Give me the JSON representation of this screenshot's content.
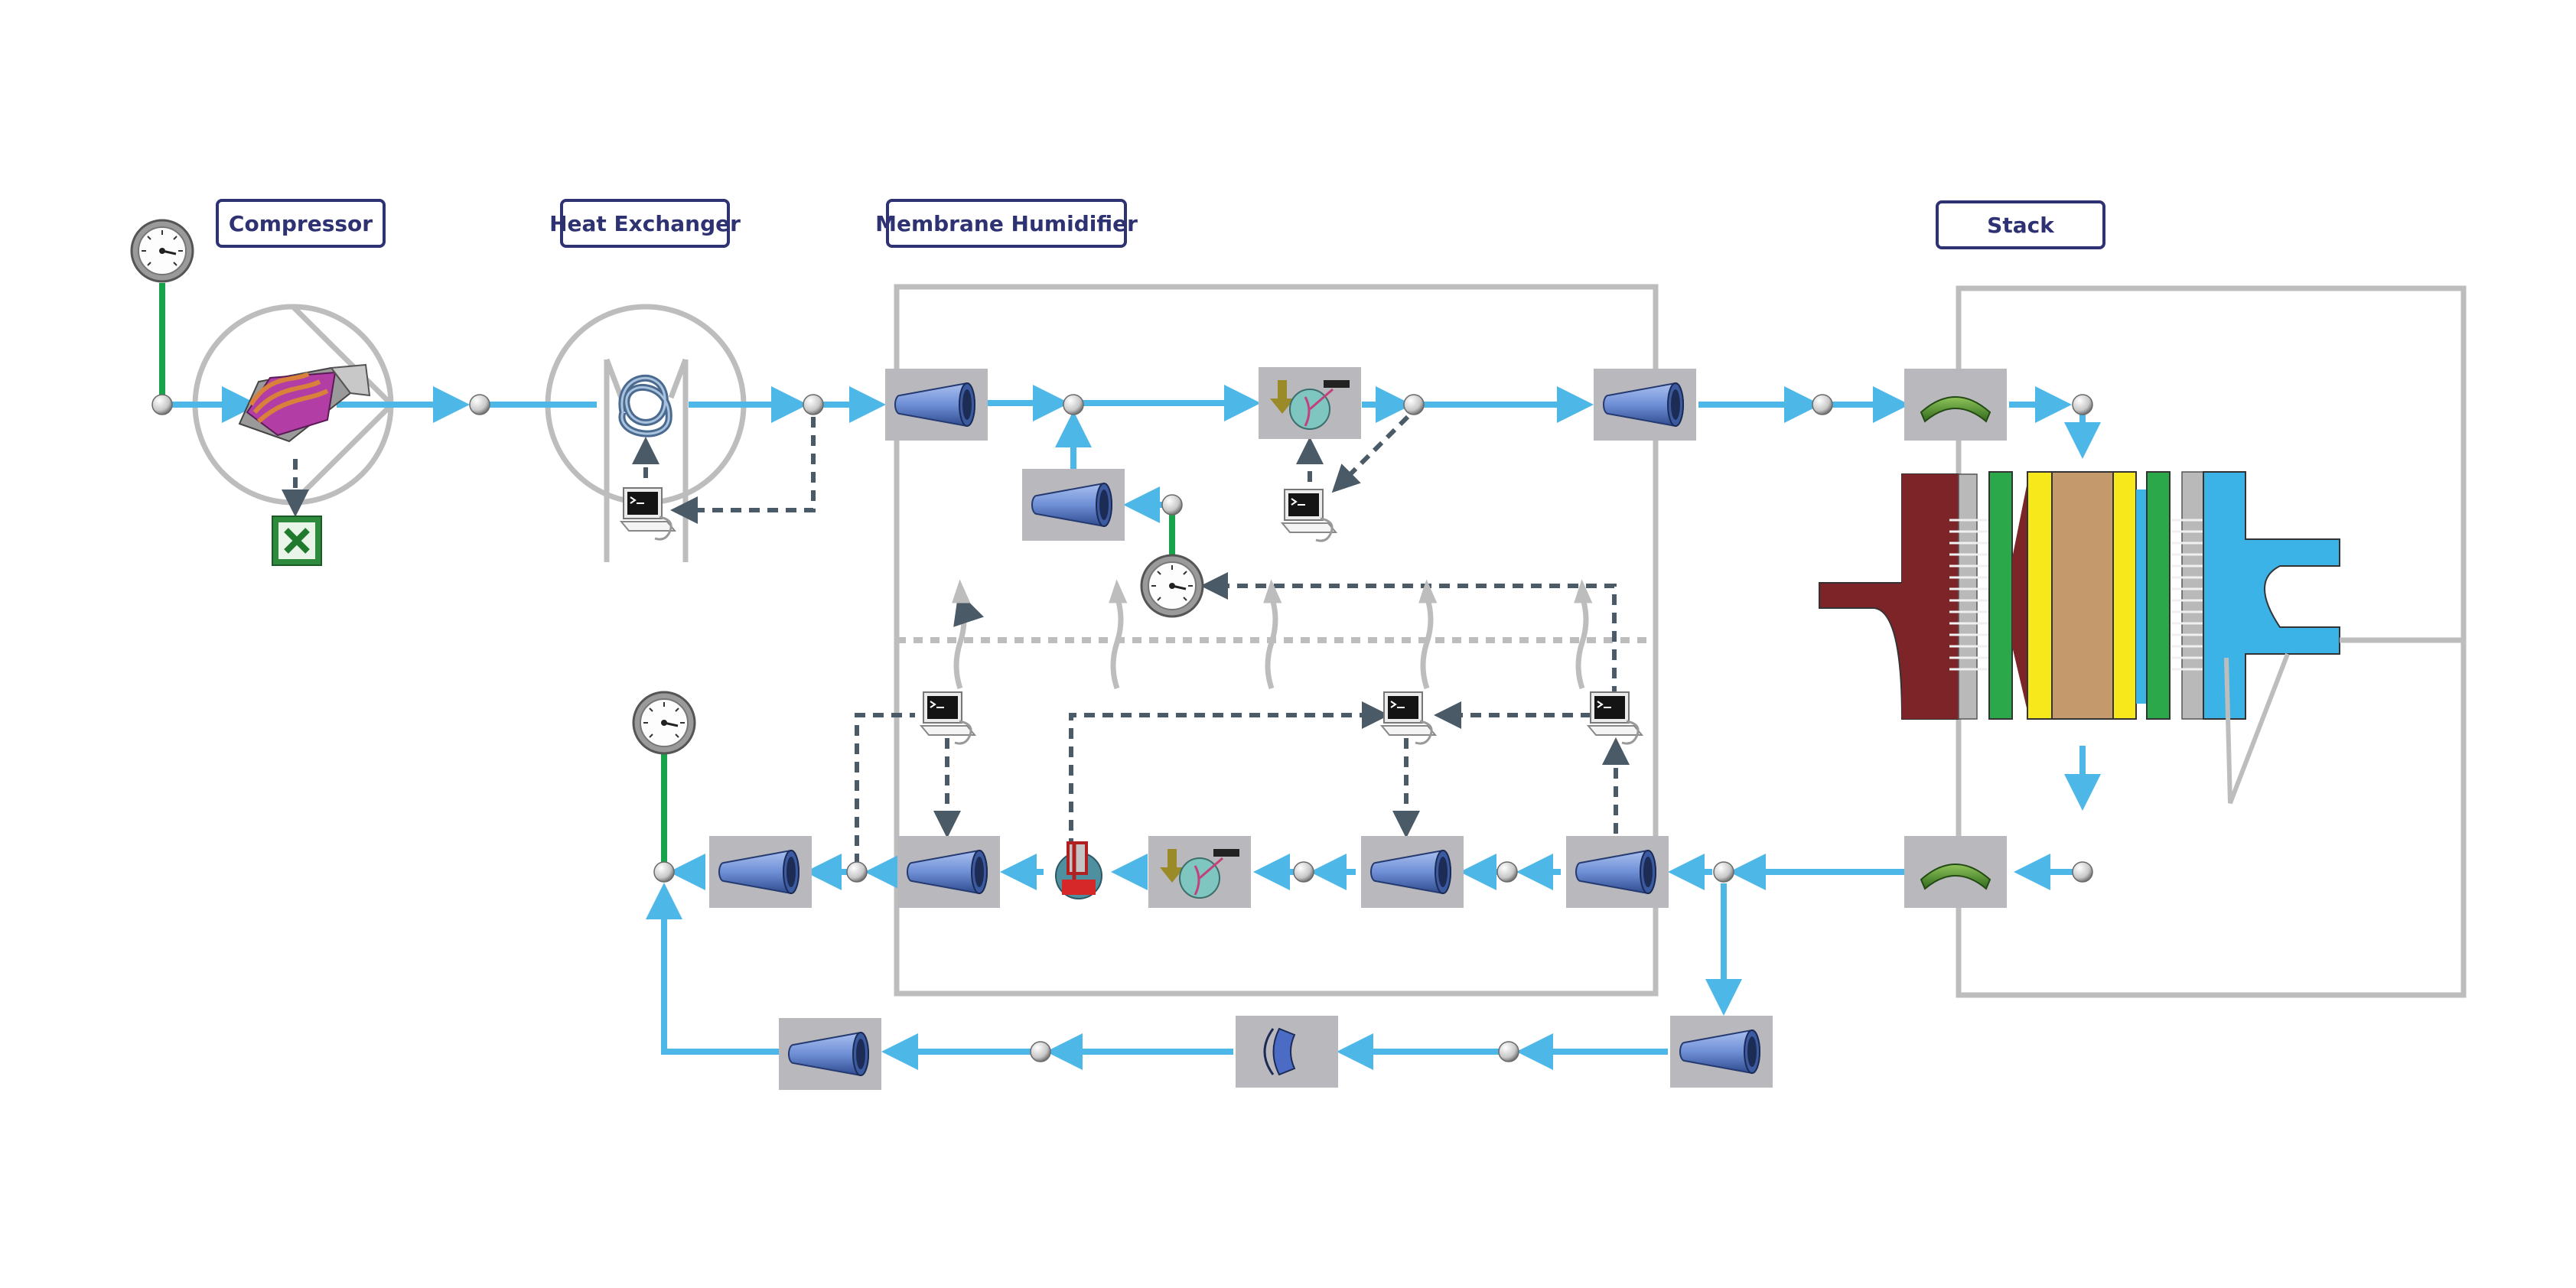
{
  "labels": {
    "compressor": "Compressor",
    "heat_exchanger": "Heat Exchanger",
    "membrane_humidifier": "Membrane Humidifier",
    "stack": "Stack"
  },
  "colors": {
    "flow_line": "#4db8e8",
    "signal_line": "#4a5a66",
    "sensor_line": "#16a34a",
    "frame": "#bdbdbd",
    "label_text": "#2e3272",
    "component_bg": "#b9b9bd",
    "pipe_blue": "#6f8fd6",
    "stack_red": "#7d2428",
    "stack_green": "#2aa84a",
    "stack_yellow": "#f7e81c",
    "stack_membrane": "#c49a6c",
    "stack_cyan": "#3bb3e6",
    "stack_gray": "#b9b9b9"
  },
  "icons": [
    "gauge-icon",
    "compressor-icon",
    "spreadsheet-icon",
    "heat-exchanger-icon",
    "controller-icon",
    "pipe-icon",
    "bent-pipe-icon",
    "valve-icon",
    "humidity-source-icon",
    "orifice-icon",
    "junction-node-icon"
  ]
}
